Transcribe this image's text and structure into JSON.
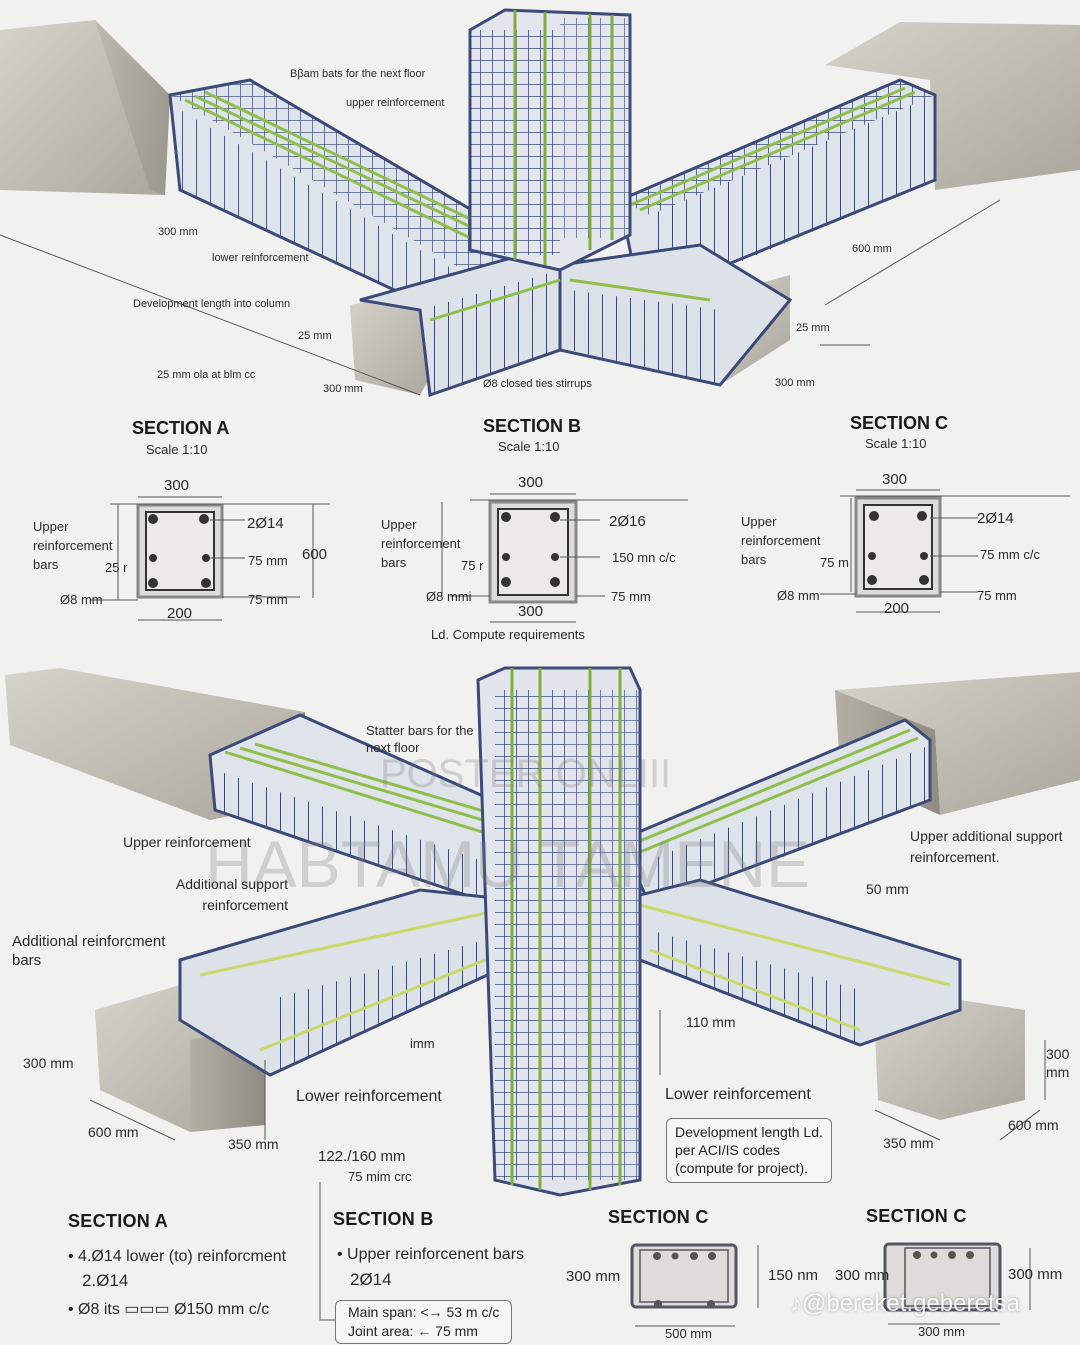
{
  "top_view": {
    "labels": [
      "Bβam bats for the next floor",
      "upper reinforcement",
      "300 mm",
      "lower reinforcement",
      "Development length into column",
      "25 mm",
      "25 mm ola at blm  cc",
      "300 mm",
      "Ø8 closed ties stirrups",
      "600 mm",
      "25 mm",
      "300 mm"
    ]
  },
  "sections_top": [
    {
      "title": "SECTION A",
      "scale": "Scale 1:10",
      "width_top": "300",
      "width_bottom": "200",
      "height": "600",
      "side_label": "Upper reinforcement bars",
      "cover": "25 r",
      "tie": "Ø8 mm",
      "bars": "2Ø14",
      "spacing": "75 mm",
      "bottom": "75 mm"
    },
    {
      "title": "SECTION B",
      "scale": "Scale 1:10",
      "width_top": "300",
      "width_bottom": "300",
      "side_label": "Upper reinforcement bars",
      "cover": "75 r",
      "tie": "Ø8 mmi",
      "bars": "2Ø16",
      "spacing": "150 mn c/c",
      "bottom": "75 mm",
      "note": "Ld. Compute requirements"
    },
    {
      "title": "SECTION C",
      "scale": "Scale 1:10",
      "width_top": "300",
      "width_bottom": "200",
      "side_label": "Upper reinforcement bars",
      "cover": "75 m",
      "tie": "Ø8 mm",
      "bars": "2Ø14",
      "spacing": "75 mm c/c",
      "bottom": "75 mm"
    }
  ],
  "bottom_view": {
    "labels": [
      "Statter bars for the next floor",
      "Upper reinforcement",
      "Additional support reinforcement",
      "Additional reinforcment bars",
      "300 mm",
      "600 mm",
      "350 mm",
      "Lower reinforcement",
      "imm",
      "110 mm",
      "Lower reinforcement",
      "Upper additional support reinforcement.",
      "50 mm",
      "300 mm",
      "600 mm",
      "350 mm",
      "122./160 mm",
      "75 mim crc"
    ],
    "dev_note": [
      "Development length Ld.",
      "per ACI/IS codes",
      "(compute for project)."
    ]
  },
  "sections_bottom": {
    "a": {
      "title": "SECTION A",
      "items": [
        "4.Ø14 lower (to) reinforcment",
        "2.Ø14",
        "Ø8 its ▭▭▭ Ø150 mm c/c"
      ]
    },
    "b": {
      "title": "SECTION B",
      "items": [
        "Upper reinforcenent bars",
        "2Ø14"
      ],
      "box": [
        "Main span: <→ 53 m c/c",
        "Joint area: ← 75 mm"
      ]
    },
    "c1": {
      "title": "SECTION C",
      "height": "300 mm",
      "depth": "150 nm",
      "width": "500 mm"
    },
    "c2": {
      "title": "SECTION C",
      "height_left": "300 mm",
      "height_right": "300 mm",
      "width": "300 mm"
    }
  },
  "watermarks": [
    "POSTER ONLIII",
    "HABTAMU TAMENE"
  ],
  "credit": "@bereket.geberetsa",
  "colors": {
    "steel": "#3c4a7a",
    "green_bar": "#8fbf4a",
    "concrete": "#c9c6bd",
    "line": "#555555"
  }
}
